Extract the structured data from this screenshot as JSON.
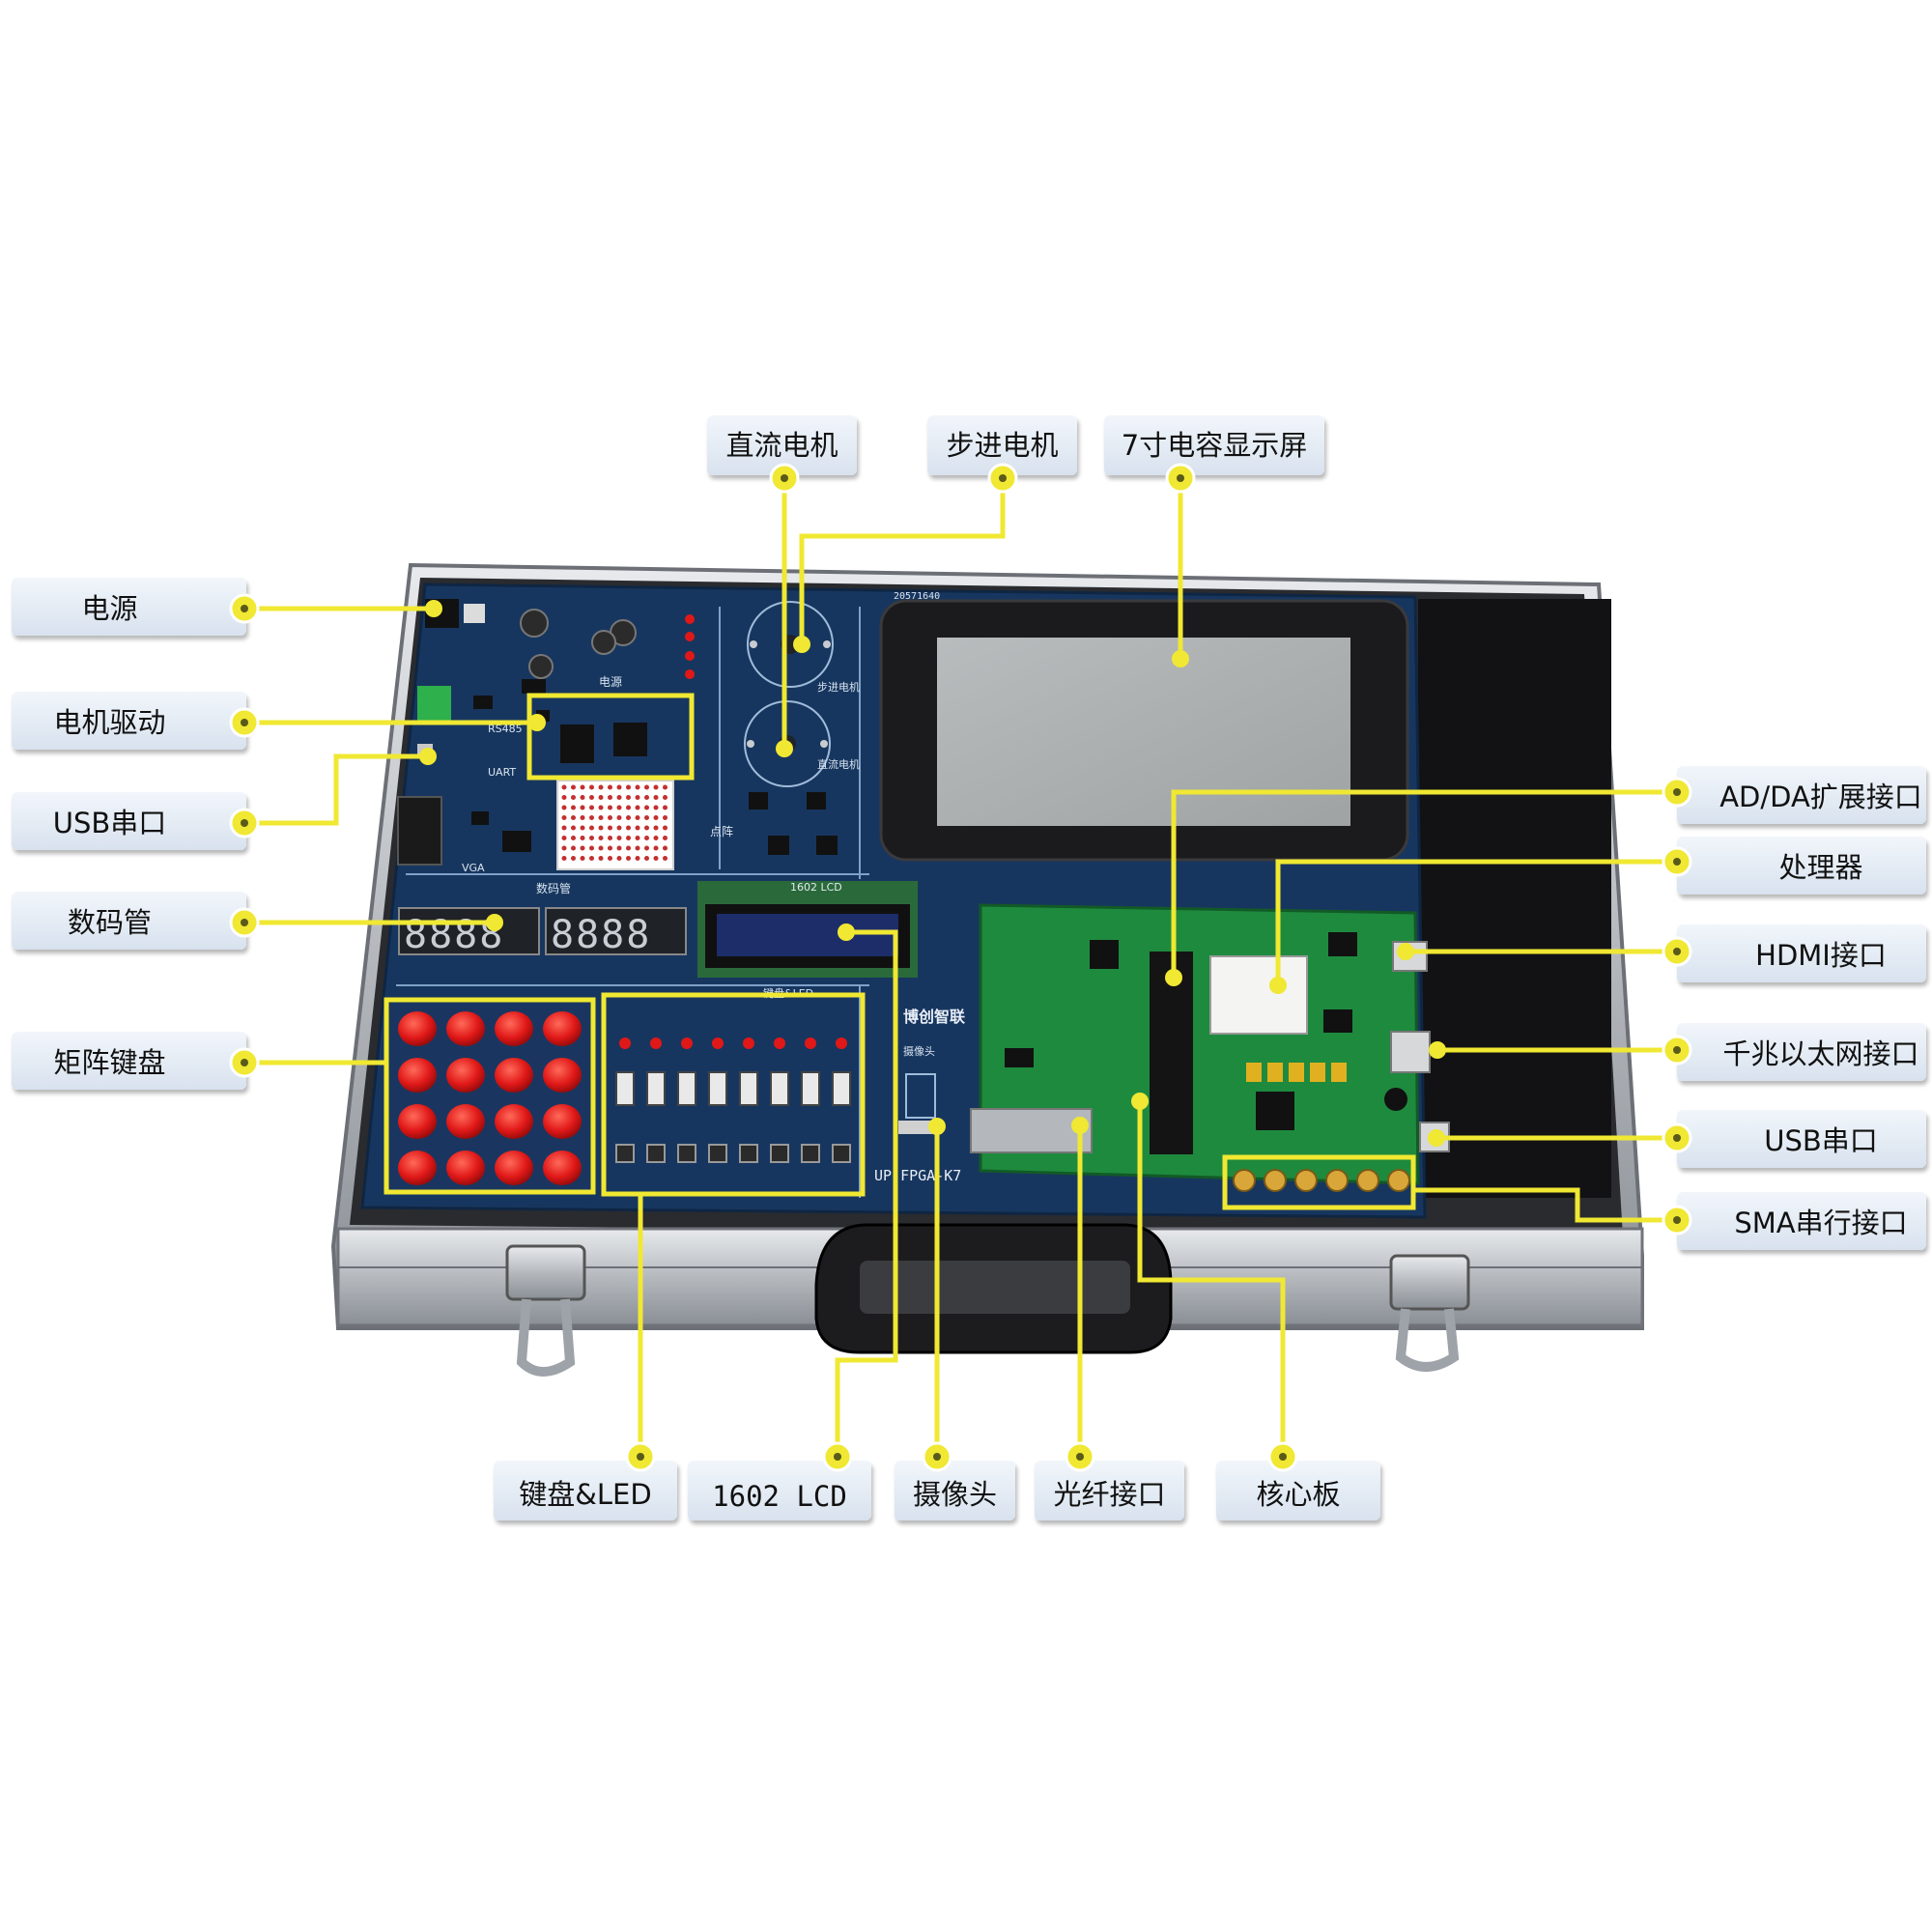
{
  "labels": {
    "power": "电源",
    "motor_driver": "电机驱动",
    "usb_serial_left": "USB串口",
    "seven_segment": "数码管",
    "matrix_keypad": "矩阵键盘",
    "dc_motor": "直流电机",
    "stepper_motor": "步进电机",
    "display_7inch": "7寸电容显示屏",
    "adda": "AD/DA扩展接口",
    "processor": "处理器",
    "hdmi": "HDMI接口",
    "ethernet": "千兆以太网接口",
    "usb_serial_right": "USB串口",
    "sma": "SMA串行接口",
    "keys_led": "键盘&LED",
    "lcd1602": "1602 LCD",
    "camera": "摄像头",
    "fiber": "光纤接口",
    "core_board": "核心板"
  },
  "board": {
    "seg_digits": "8888",
    "lcd_title": "1602 LCD",
    "brand": "博创智联",
    "model": "UP-FPGA-K7",
    "camera_label": "摄像头",
    "pcb_power": "电源",
    "pcb_seg": "数码管",
    "pcb_dotmatrix": "点阵",
    "pcb_stepper": "步进电机",
    "pcb_dc": "直流电机",
    "pcb_keyled": "键盘&LED",
    "rs485": "RS485",
    "uart": "UART",
    "vga": "VGA",
    "serial_no": "20571640"
  },
  "colors": {
    "callout": "#f0e832",
    "pcb_blue": "#17365f",
    "core_green": "#1e8a3e",
    "key_red": "#e01818",
    "case_silver": "#c9ccd0"
  }
}
